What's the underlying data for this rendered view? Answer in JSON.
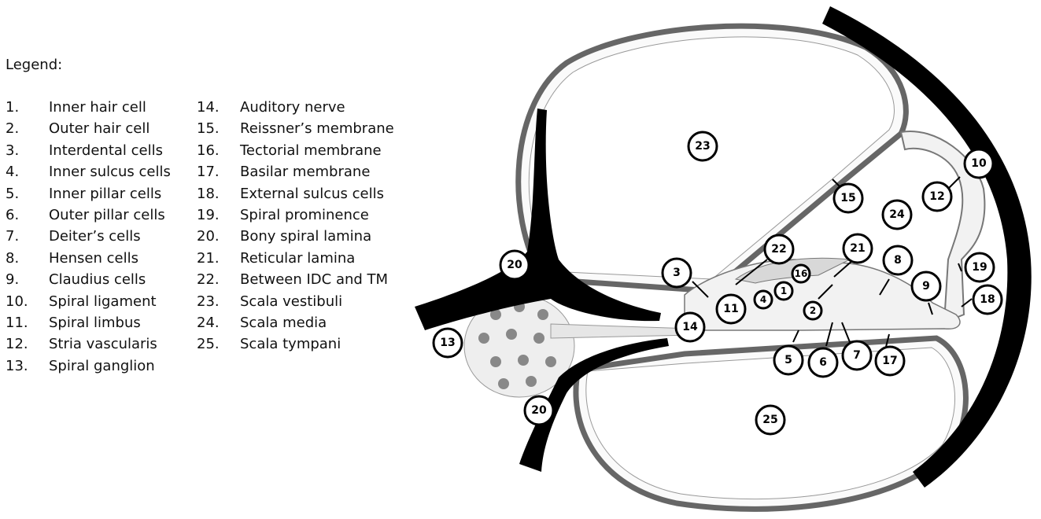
{
  "legend": {
    "title": "Legend:",
    "items": [
      {
        "num": "1.",
        "label": "Inner hair cell"
      },
      {
        "num": "2.",
        "label": "Outer hair cell"
      },
      {
        "num": "3.",
        "label": "Interdental cells"
      },
      {
        "num": "4.",
        "label": "Inner sulcus cells"
      },
      {
        "num": "5.",
        "label": "Inner pillar cells"
      },
      {
        "num": "6.",
        "label": "Outer pillar cells"
      },
      {
        "num": "7.",
        "label": "Deiter’s cells"
      },
      {
        "num": "8.",
        "label": "Hensen cells"
      },
      {
        "num": "9.",
        "label": "Claudius cells"
      },
      {
        "num": "10.",
        "label": "Spiral ligament"
      },
      {
        "num": "11.",
        "label": "Spiral limbus"
      },
      {
        "num": "12.",
        "label": "Stria vascularis"
      },
      {
        "num": "13.",
        "label": "Spiral ganglion"
      },
      {
        "num": "14.",
        "label": "Auditory nerve"
      },
      {
        "num": "15.",
        "label": "Reissner’s membrane"
      },
      {
        "num": "16.",
        "label": "Tectorial membrane"
      },
      {
        "num": "17.",
        "label": "Basilar membrane"
      },
      {
        "num": "18.",
        "label": "External sulcus cells"
      },
      {
        "num": "19.",
        "label": "Spiral prominence"
      },
      {
        "num": "20.",
        "label": "Bony spiral lamina"
      },
      {
        "num": "21.",
        "label": "Reticular lamina"
      },
      {
        "num": "22.",
        "label": "Between IDC and TM"
      },
      {
        "num": "23.",
        "label": "Scala vestibuli"
      },
      {
        "num": "24.",
        "label": "Scala media"
      },
      {
        "num": "25.",
        "label": "Scala tympani"
      }
    ]
  },
  "callouts": {
    "c1": "1",
    "c2": "2",
    "c3": "3",
    "c4": "4",
    "c5": "5",
    "c6": "6",
    "c7": "7",
    "c8": "8",
    "c9": "9",
    "c10": "10",
    "c11": "11",
    "c12": "12",
    "c13": "13",
    "c14": "14",
    "c15": "15",
    "c16": "16",
    "c17": "17",
    "c18": "18",
    "c19": "19",
    "c20a": "20",
    "c20b": "20",
    "c21": "21",
    "c22": "22",
    "c23": "23",
    "c24": "24",
    "c25": "25"
  },
  "colors": {
    "bone": "#000000",
    "tissue": "#f2f2f2",
    "outline": "#777777"
  }
}
